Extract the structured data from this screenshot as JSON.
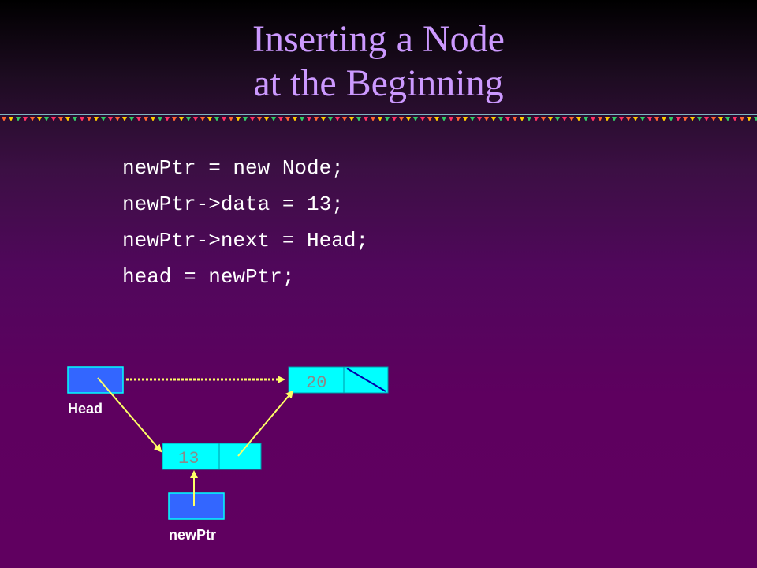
{
  "slide": {
    "title_line1": "Inserting a Node",
    "title_line2": "at the Beginning"
  },
  "code": [
    "newPtr = new Node;",
    "newPtr->data = 13;",
    "newPtr->next = Head;",
    "head = newPtr;"
  ],
  "diagram": {
    "head_label": "Head",
    "newptr_label": "newPtr",
    "existing_node_value": "20",
    "new_node_value": "13"
  },
  "colors": {
    "title": "#cc99ff",
    "pointer_box": "#3366ff",
    "node_box": "#00ffff",
    "arrow": "#ffff66"
  }
}
